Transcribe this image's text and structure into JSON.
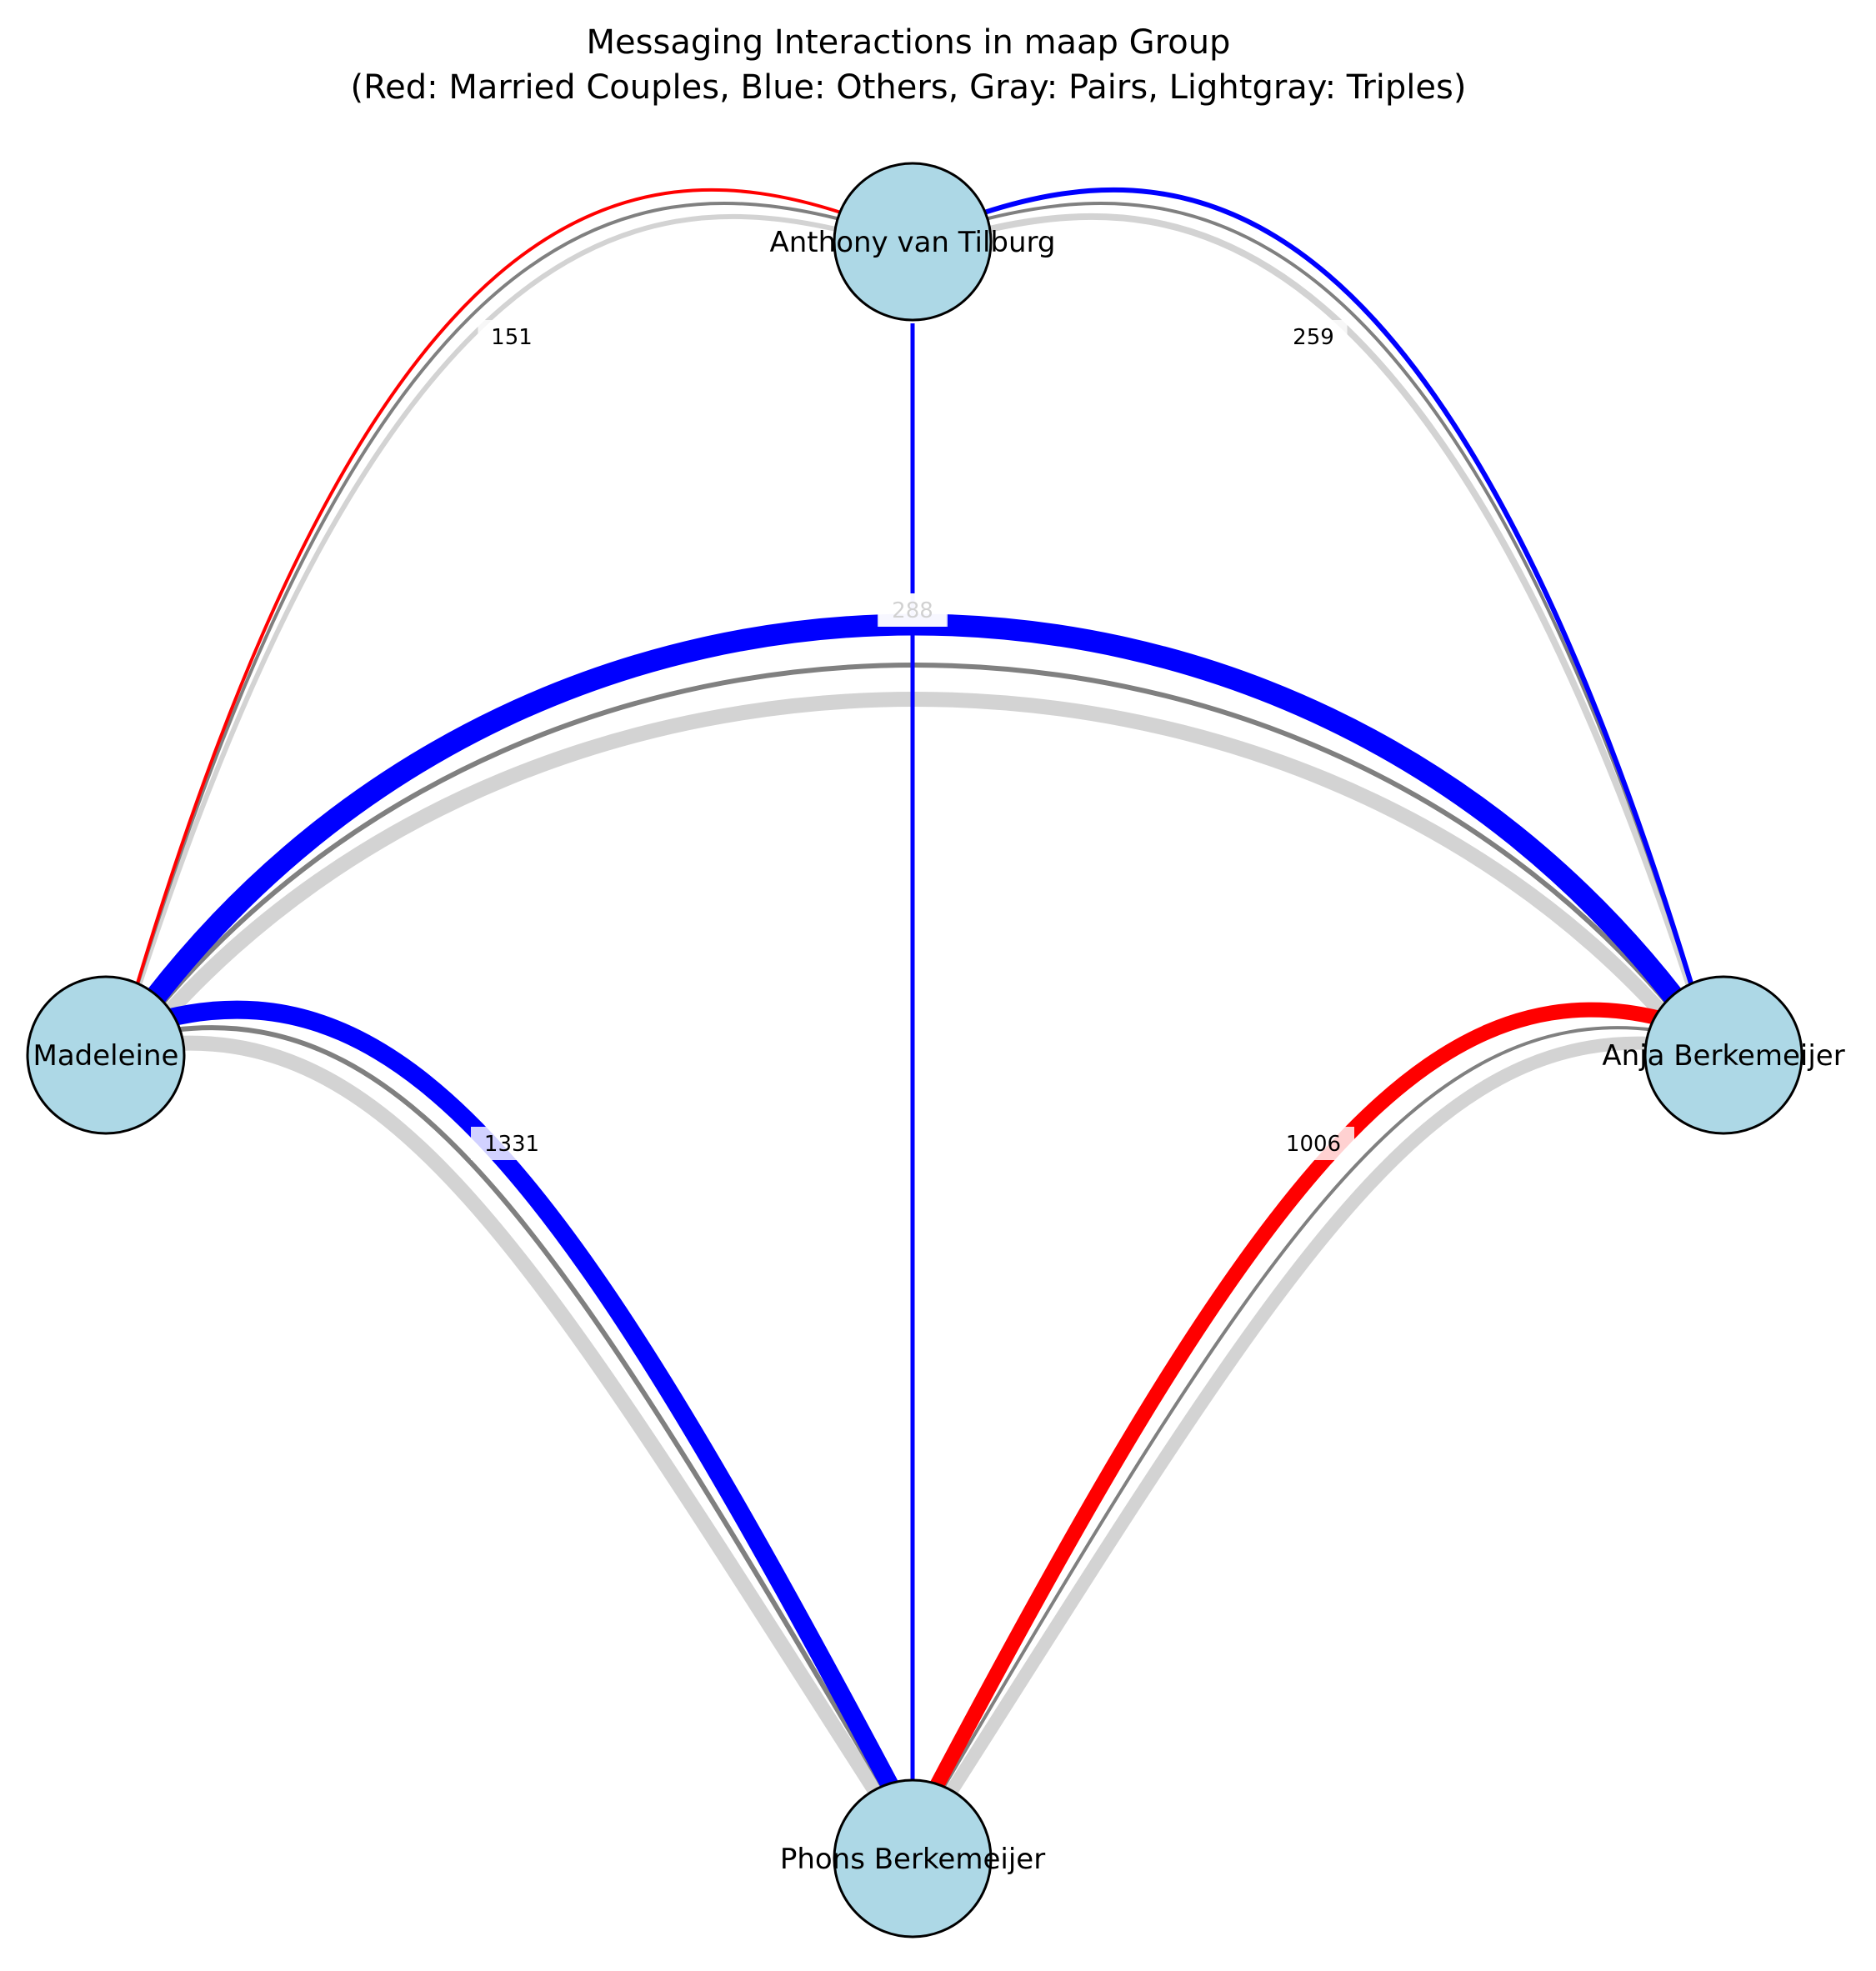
{
  "title": {
    "line1": "Messaging Interactions in maap Group",
    "line2": "(Red: Married Couples, Blue: Others, Gray: Pairs, Lightgray: Triples)"
  },
  "colors": {
    "married": "#ff0000",
    "others": "#0000ff",
    "pairs": "#808080",
    "triples": "#d3d3d3",
    "node_fill": "#add8e6",
    "node_stroke": "#000000"
  },
  "nodes": [
    {
      "id": "anthony",
      "label": "Anthony van Tilburg"
    },
    {
      "id": "madeleine",
      "label": "Madeleine"
    },
    {
      "id": "anja",
      "label": "Anja Berkemeijer"
    },
    {
      "id": "phons",
      "label": "Phons Berkemeijer"
    }
  ],
  "edges": [
    {
      "id": "anthony-madeleine",
      "source": "anthony",
      "target": "madeleine",
      "relation": "married",
      "label": "151",
      "weight": 151
    },
    {
      "id": "anthony-anja",
      "source": "anthony",
      "target": "anja",
      "relation": "others",
      "label": "259",
      "weight": 259
    },
    {
      "id": "anthony-phons",
      "source": "anthony",
      "target": "phons",
      "relation": "others",
      "label": "288",
      "weight": 288
    },
    {
      "id": "madeleine-anja",
      "source": "madeleine",
      "target": "anja",
      "relation": "others",
      "label": "",
      "weight": 1300
    },
    {
      "id": "madeleine-phons",
      "source": "madeleine",
      "target": "phons",
      "relation": "others",
      "label": "1331",
      "weight": 1331
    },
    {
      "id": "anja-phons",
      "source": "anja",
      "target": "phons",
      "relation": "married",
      "label": "1006",
      "weight": 1006
    }
  ]
}
